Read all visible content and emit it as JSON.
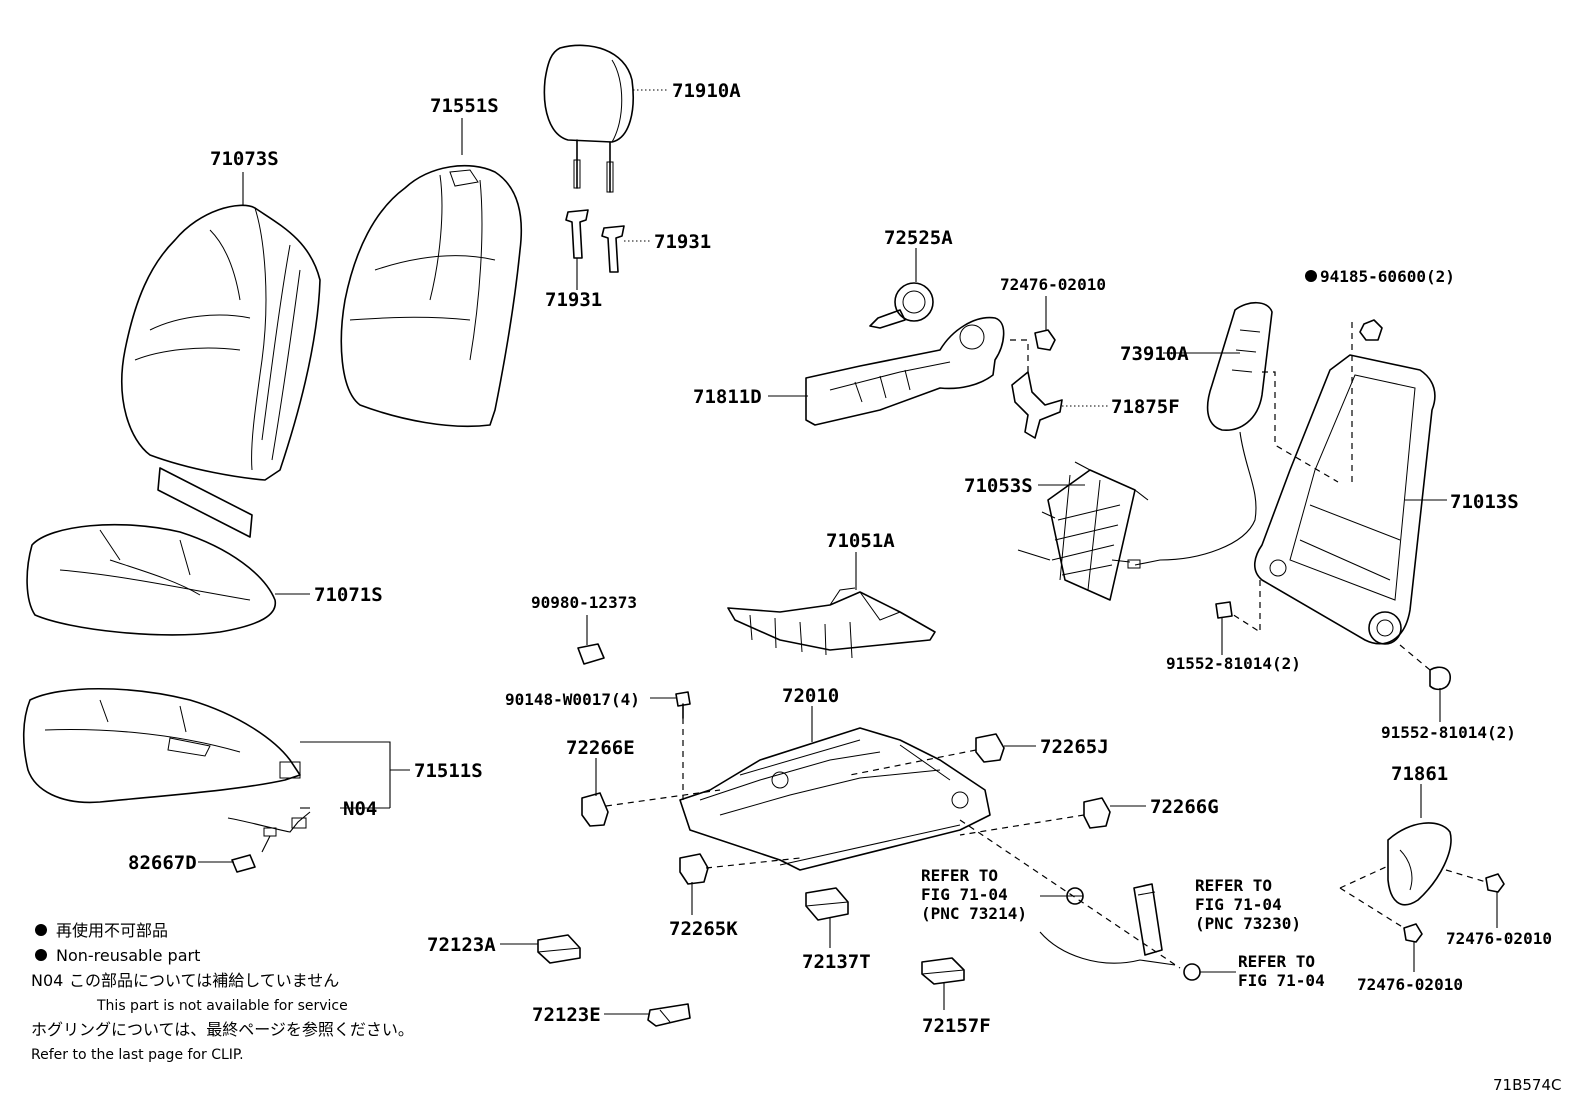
{
  "parts": {
    "p71073S": "71073S",
    "p71551S": "71551S",
    "p71910A": "71910A",
    "p71931_a": "71931",
    "p71931_b": "71931",
    "p72525A": "72525A",
    "p72476_02010_top": "72476-02010",
    "p94185": "94185-60600(2)",
    "p73910A": "73910A",
    "p71811D": "71811D",
    "p71875F": "71875F",
    "p71053S": "71053S",
    "p71013S": "71013S",
    "p71051A": "71051A",
    "p71071S": "71071S",
    "p90980": "90980-12373",
    "p91552_a": "91552-81014(2)",
    "p91552_b": "91552-81014(2)",
    "p90148": "90148-W0017(4)",
    "p72010": "72010",
    "p72266E": "72266E",
    "p72265J": "72265J",
    "p71861": "71861",
    "p71511S": "71511S",
    "pN04": "N04",
    "p72266G": "72266G",
    "p82667D": "82667D",
    "p72265K": "72265K",
    "p72137T": "72137T",
    "p72123A": "72123A",
    "p72123E": "72123E",
    "p72157F": "72157F",
    "p72476_02010_r1": "72476-02010",
    "p72476_02010_r2": "72476-02010"
  },
  "refs": {
    "r1_l1": "REFER TO",
    "r1_l2": "FIG 71-04",
    "r1_l3": "(PNC 73214)",
    "r2_l1": "REFER TO",
    "r2_l2": "FIG 71-04",
    "r2_l3": "(PNC 73230)",
    "r3_l1": "REFER TO",
    "r3_l2": "FIG 71-04"
  },
  "legend": {
    "jp_nonreusable": "再使用不可部品",
    "en_nonreusable": "Non-reusable part",
    "n04_code": "N04",
    "n04_jp": "この部品については補給していません",
    "n04_en": "This part is not available for service",
    "clip_jp": "ホグリングについては、最終ページを参照ください。",
    "clip_en": "Refer to the last page for CLIP."
  },
  "diagram_code": "71B574C"
}
